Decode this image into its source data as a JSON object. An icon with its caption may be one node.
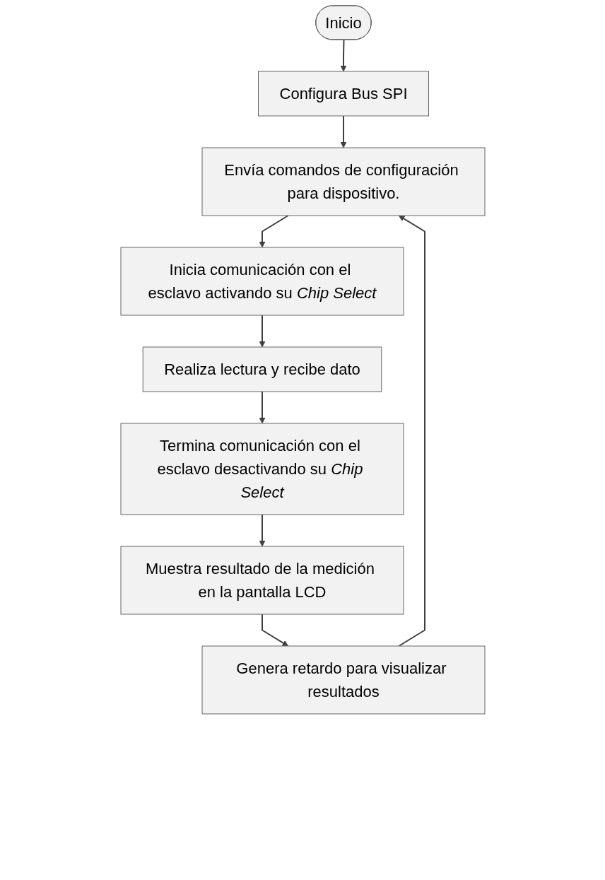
{
  "diagram": {
    "nodes": [
      {
        "text": [
          "Inicio"
        ]
      },
      {
        "text": [
          "Configura Bus SPI"
        ]
      },
      {
        "text": [
          "Envía comandos de configuración para dispositivo."
        ]
      },
      {
        "text": [
          "Inicia comunicación con el esclavo activando su *Chip Select*"
        ]
      },
      {
        "text": [
          "Realiza lectura y recibe dato"
        ]
      },
      {
        "text": [
          "Termina comunicación con el esclavo desactivando su *Chip Select*"
        ]
      },
      {
        "text": [
          "Muestra resultado de la medición en la pantalla LCD"
        ]
      },
      {
        "text": [
          "Genera retardo para visualizar resultados"
        ]
      }
    ],
    "edges": [
      {
        "from": 0,
        "to": 1,
        "arrow": "to"
      },
      {
        "from": 1,
        "to": 2,
        "arrow": "to"
      },
      {
        "from": 2,
        "to": 3,
        "arrow": "to"
      },
      {
        "from": 3,
        "to": 4,
        "arrow": "to"
      },
      {
        "from": 4,
        "to": 5,
        "arrow": "to"
      },
      {
        "from": 5,
        "to": 6,
        "arrow": "to"
      },
      {
        "from": 6,
        "to": 7,
        "arrow": "to"
      },
      {
        "from": 7,
        "to": 2,
        "arrow": "to"
      }
    ]
  }
}
